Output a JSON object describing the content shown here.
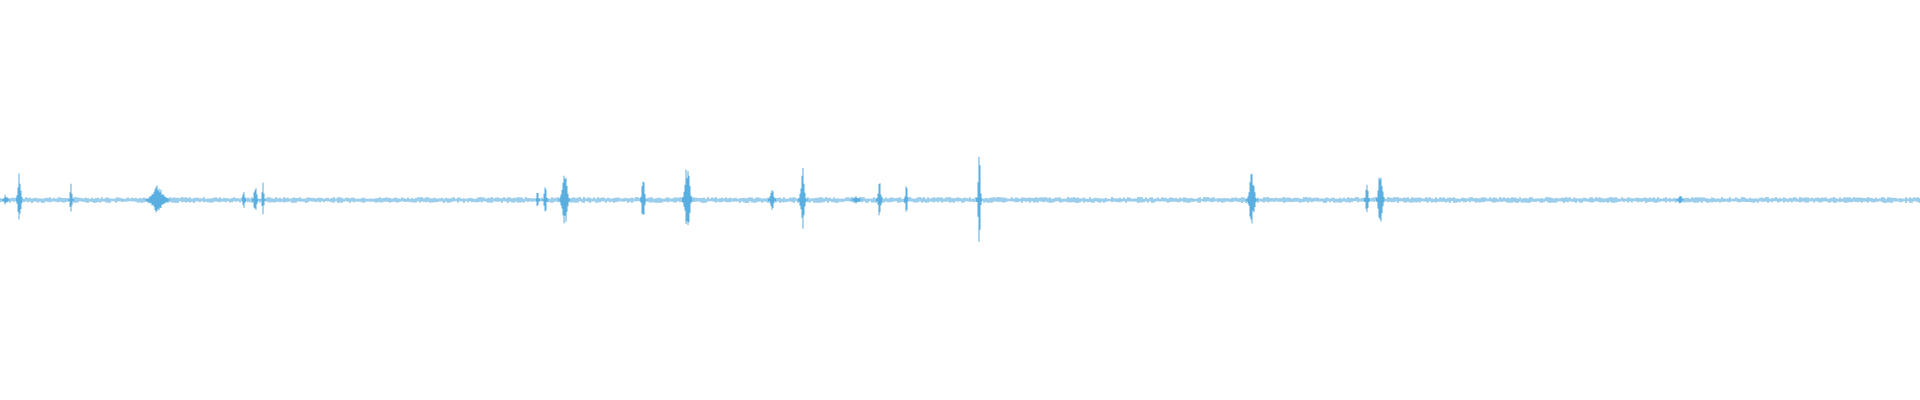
{
  "colors": {
    "background": "#ffffff",
    "waveform": "#5aaee0"
  },
  "chart_data": {
    "type": "waveform",
    "title": "",
    "xlabel": "",
    "ylabel": "",
    "xlim": [
      0,
      1
    ],
    "ylim": [
      -1,
      1
    ],
    "grid": false,
    "legend": "none",
    "baseline_amplitude": 0.015,
    "events": [
      {
        "t": 0.003,
        "amp": 0.03,
        "width": 0.004
      },
      {
        "t": 0.01,
        "amp": 0.18,
        "width": 0.003
      },
      {
        "t": 0.037,
        "amp": 0.1,
        "width": 0.0015
      },
      {
        "t": 0.082,
        "amp": 0.08,
        "width": 0.012
      },
      {
        "t": 0.127,
        "amp": 0.06,
        "width": 0.002
      },
      {
        "t": 0.133,
        "amp": 0.09,
        "width": 0.003
      },
      {
        "t": 0.137,
        "amp": 0.1,
        "width": 0.002
      },
      {
        "t": 0.28,
        "amp": 0.06,
        "width": 0.002
      },
      {
        "t": 0.284,
        "amp": 0.09,
        "width": 0.0025
      },
      {
        "t": 0.294,
        "amp": 0.2,
        "width": 0.005
      },
      {
        "t": 0.335,
        "amp": 0.12,
        "width": 0.003
      },
      {
        "t": 0.358,
        "amp": 0.2,
        "width": 0.005
      },
      {
        "t": 0.402,
        "amp": 0.06,
        "width": 0.004
      },
      {
        "t": 0.418,
        "amp": 0.17,
        "width": 0.004
      },
      {
        "t": 0.446,
        "amp": 0.02,
        "width": 0.006
      },
      {
        "t": 0.458,
        "amp": 0.12,
        "width": 0.003
      },
      {
        "t": 0.472,
        "amp": 0.1,
        "width": 0.0015
      },
      {
        "t": 0.51,
        "amp": 0.4,
        "width": 0.002
      },
      {
        "t": 0.652,
        "amp": 0.17,
        "width": 0.005
      },
      {
        "t": 0.712,
        "amp": 0.08,
        "width": 0.003
      },
      {
        "t": 0.719,
        "amp": 0.2,
        "width": 0.004
      },
      {
        "t": 0.875,
        "amp": 0.03,
        "width": 0.004
      }
    ]
  }
}
